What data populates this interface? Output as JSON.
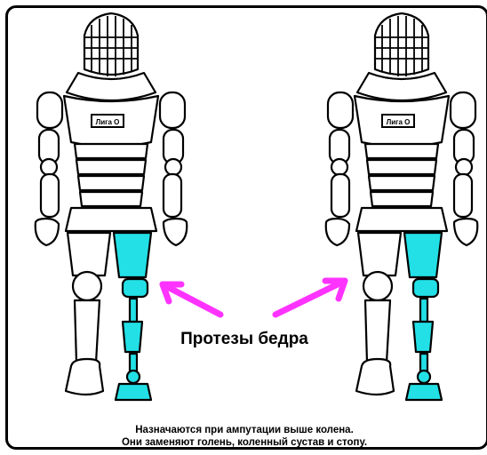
{
  "badge_left": "Лига О",
  "badge_right": "Лига О",
  "heading": "Протезы бедра",
  "note_line1": "Назначаются при ампутации выше колена.",
  "note_line2": "Они заменяют голень, коленный сустав и стопу.",
  "colors": {
    "prosthesis": "#22e0e6",
    "arrow": "#ff33ff",
    "outline": "#000000",
    "body": "#ffffff"
  }
}
